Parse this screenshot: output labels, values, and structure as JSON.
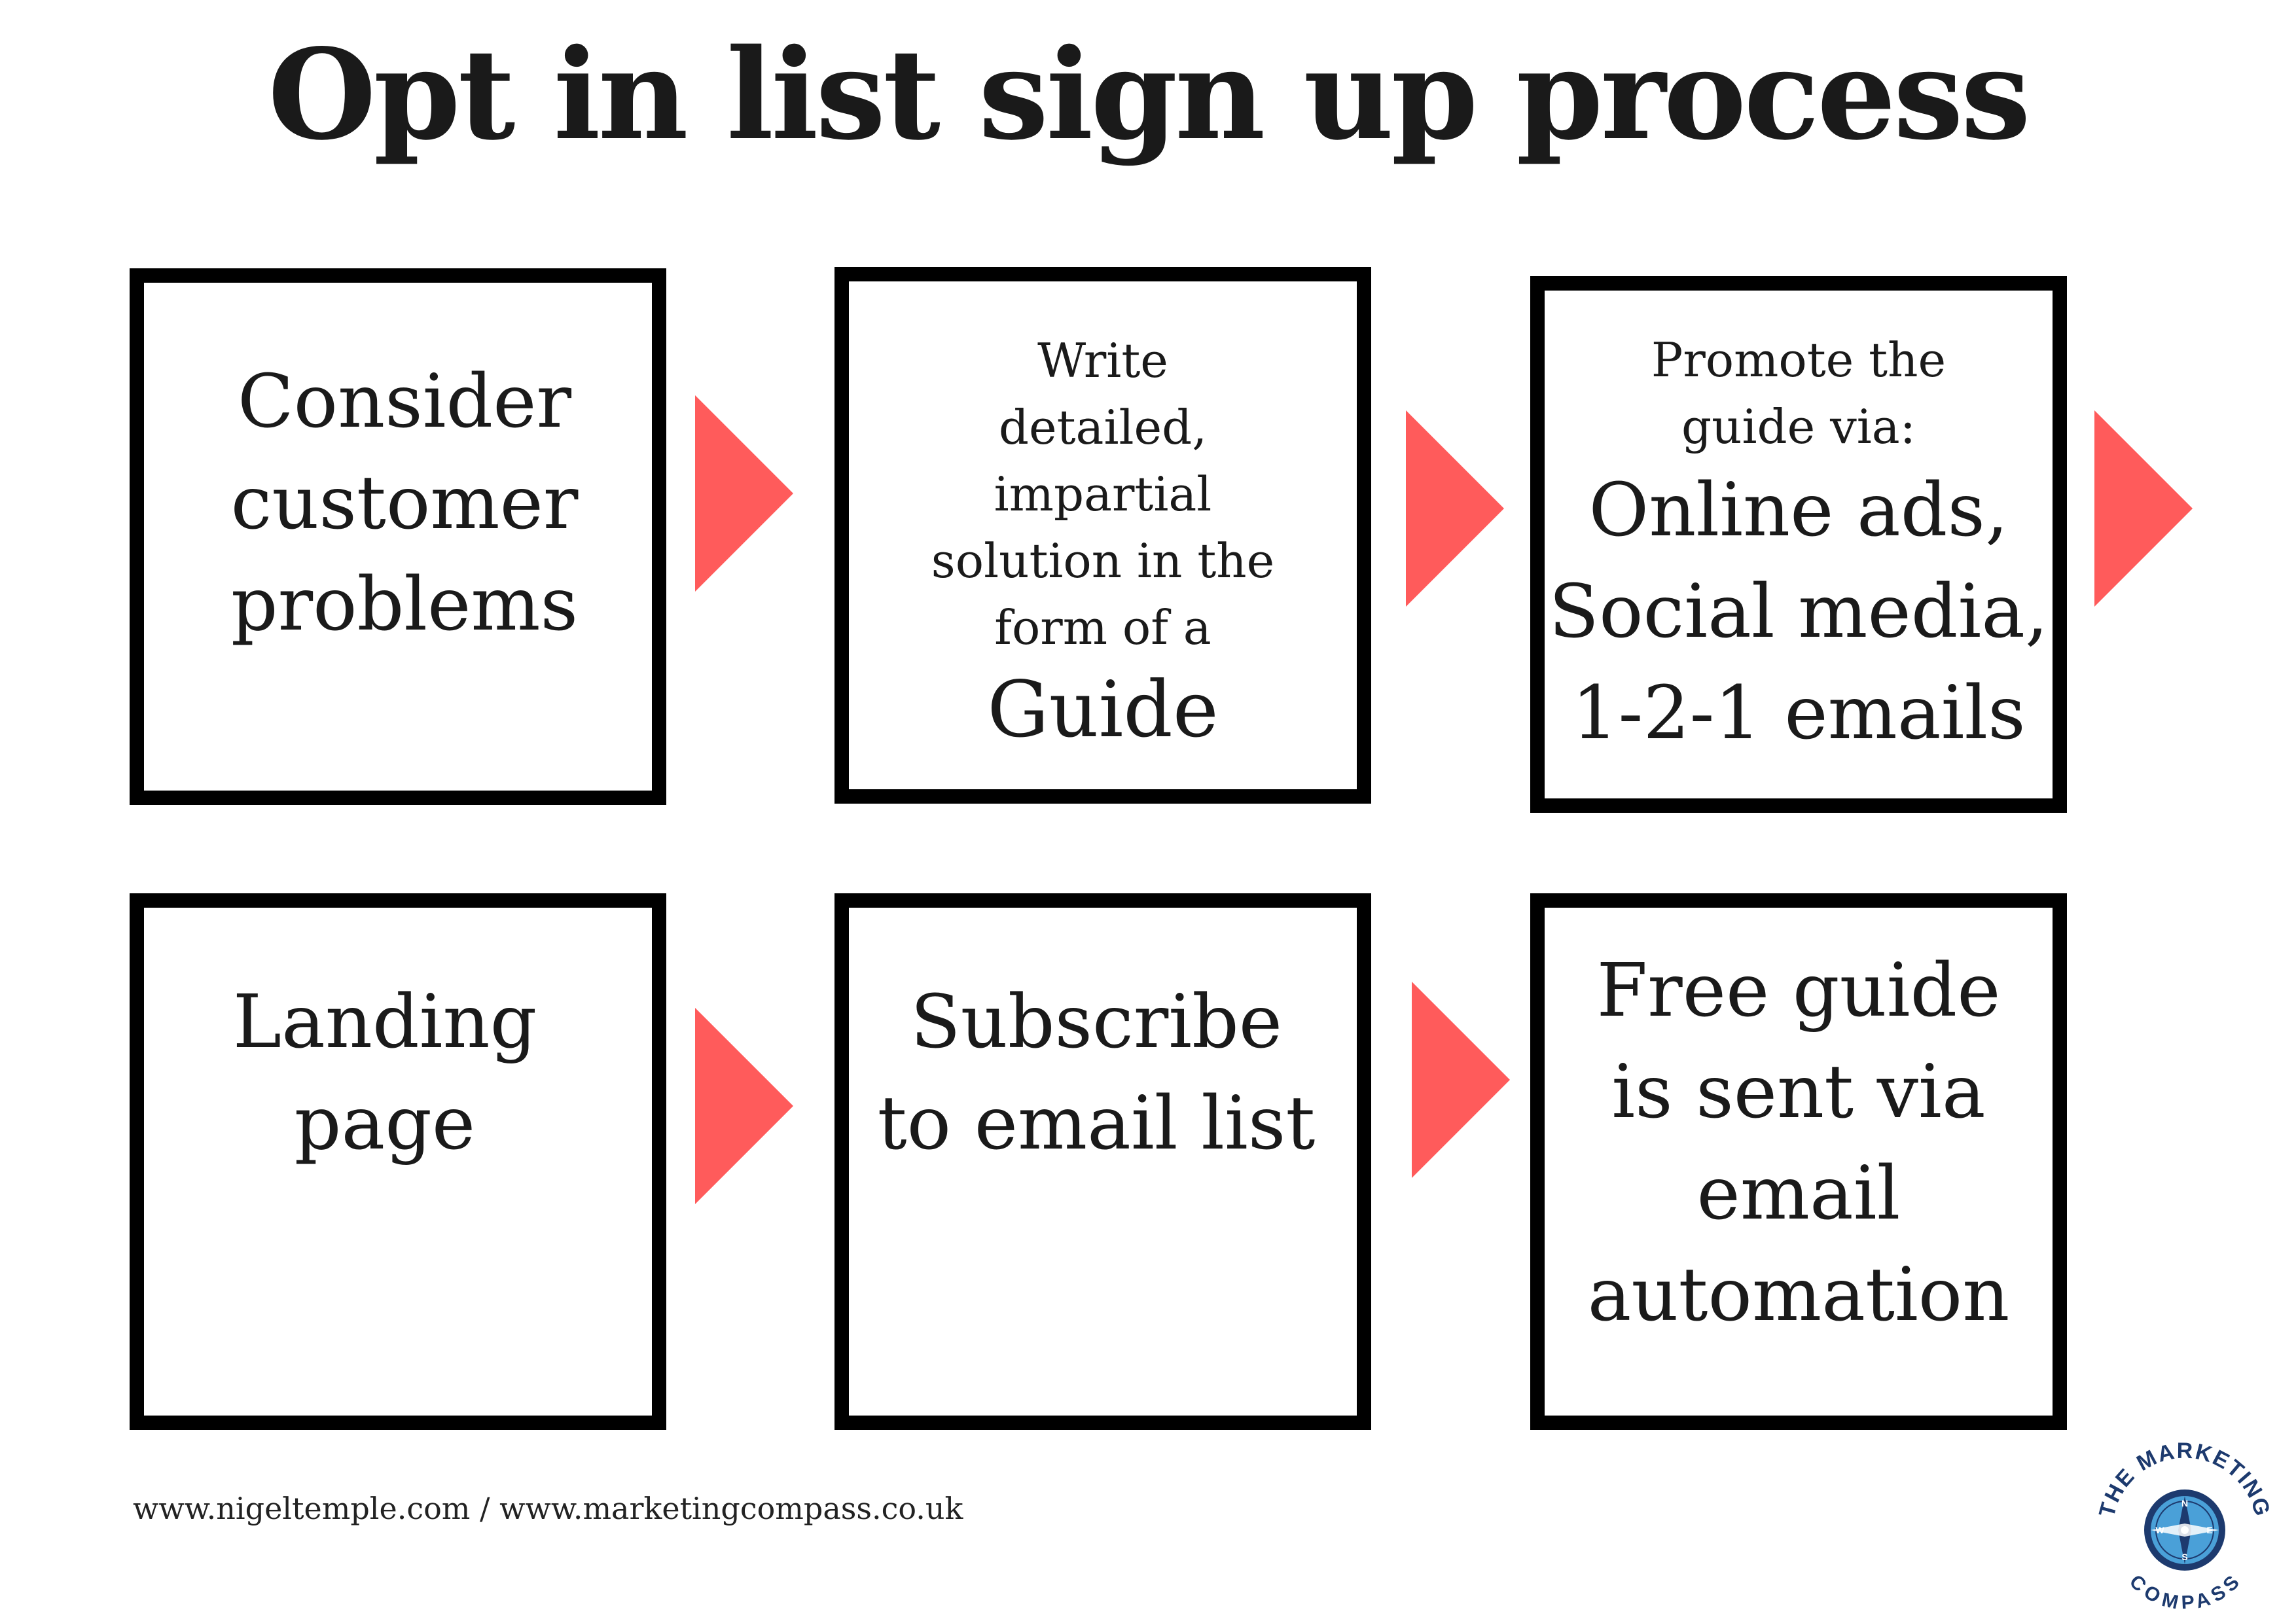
{
  "title": "Opt in list sign up process",
  "colors": {
    "border": "#000000",
    "arrow": "#ff5b5b",
    "logo_blue": "#1d3a6e",
    "logo_light_blue": "#4aa0d8"
  },
  "steps": [
    {
      "lines": [
        "Consider",
        "customer",
        "problems"
      ]
    },
    {
      "small_lines": [
        "Write",
        "detailed,",
        "impartial",
        "solution in the",
        "form of a"
      ],
      "big_word": "Guide"
    },
    {
      "small_lines": [
        "Promote the",
        "guide via:"
      ],
      "big_lines": [
        "Online ads,",
        "Social media,",
        "1-2-1 emails"
      ]
    },
    {
      "lines": [
        "Landing",
        "page"
      ]
    },
    {
      "lines": [
        "Subscribe",
        "to email list"
      ]
    },
    {
      "lines": [
        "Free guide",
        "is sent via",
        "email",
        "automation"
      ]
    }
  ],
  "arrow_icon": "right-triangle-arrow",
  "footer": "www.nigeltemple.com  /  www.marketingcompass.co.uk",
  "logo": {
    "top_text": "THE MARKETING",
    "bottom_text": "COMPASS",
    "compass_letters": [
      "N",
      "E",
      "S",
      "W"
    ]
  }
}
